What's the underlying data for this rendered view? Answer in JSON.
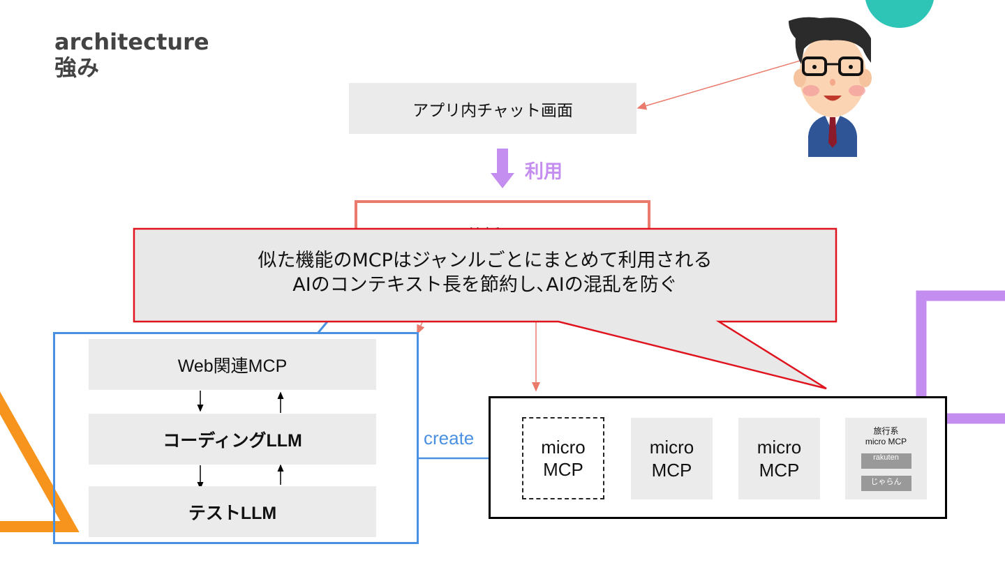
{
  "title": {
    "line1": "architecture",
    "line2": "強み"
  },
  "nodes": {
    "chat_screen": "アプリ内チャット画面",
    "aggregate_mcp_partial": "統括MCP",
    "web_mcp": "Web関連MCP",
    "coding_llm": "コーディングLLM",
    "test_llm": "テストLLM",
    "micro_line1": "micro",
    "micro_line2": "MCP",
    "travel_line1": "旅行系",
    "travel_line2": "micro MCP",
    "rakuten": "rakuten",
    "jalan": "じゃらん"
  },
  "edges": {
    "use_label": "利用",
    "create_label": "create"
  },
  "callout": {
    "line1": "似た機能のMCPはジャンルごとにまとめて利用される",
    "line2": "AIのコンテキスト長を節約し､AIの混乱を防ぐ"
  },
  "colors": {
    "accent_red": "#e0141e",
    "salmon": "#ea7a6b",
    "blue": "#4a90e2",
    "purple": "#c48ef0",
    "orange": "#f7941d",
    "teal": "#2ec4b6",
    "box_gray": "#ebebeb"
  },
  "icons": {
    "person": "businessman-illustration-icon"
  }
}
